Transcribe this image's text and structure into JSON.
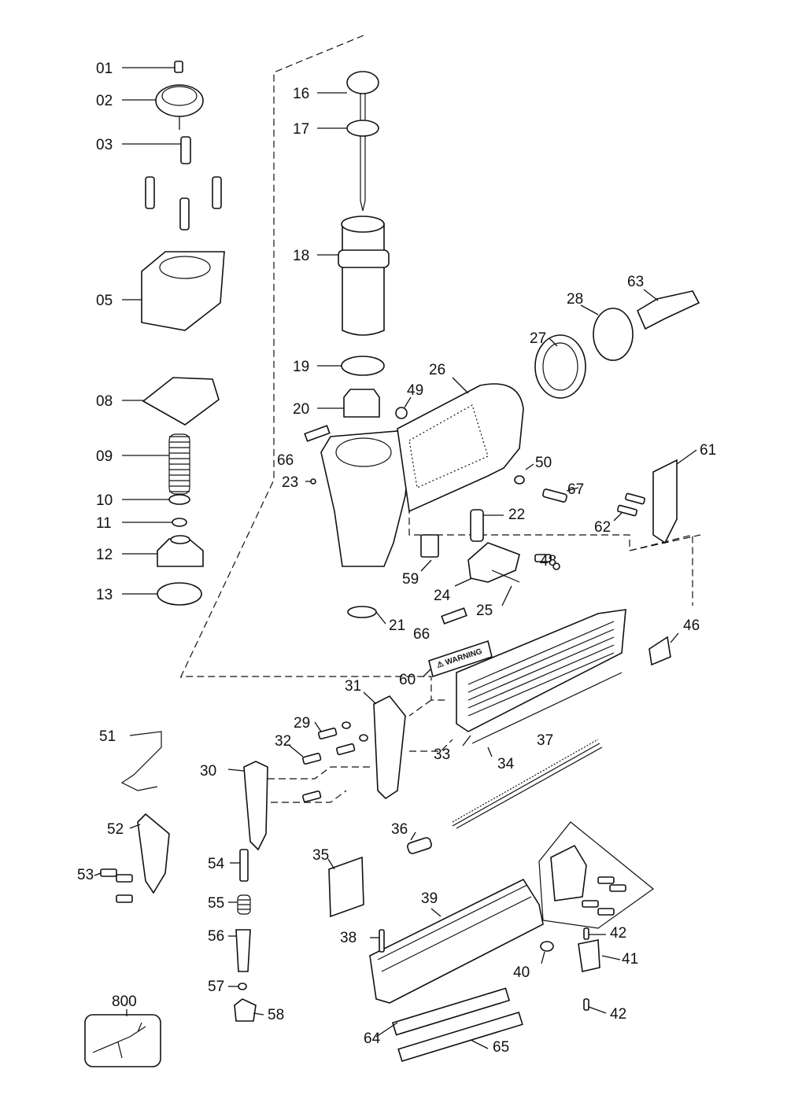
{
  "labels": {
    "p01": "01",
    "p02": "02",
    "p03": "03",
    "p05": "05",
    "p08": "08",
    "p09": "09",
    "p10": "10",
    "p11": "11",
    "p12": "12",
    "p13": "13",
    "p16": "16",
    "p17": "17",
    "p18": "18",
    "p19": "19",
    "p20": "20",
    "p21": "21",
    "p22": "22",
    "p23": "23",
    "p24": "24",
    "p25": "25",
    "p26": "26",
    "p27": "27",
    "p28": "28",
    "p29": "29",
    "p30": "30",
    "p31": "31",
    "p32": "32",
    "p33": "33",
    "p34": "34",
    "p35": "35",
    "p36": "36",
    "p37": "37",
    "p38": "38",
    "p39": "39",
    "p40": "40",
    "p41": "41",
    "p42a": "42",
    "p42b": "42",
    "p46": "46",
    "p48": "48",
    "p49": "49",
    "p50": "50",
    "p51": "51",
    "p52": "52",
    "p53": "53",
    "p54": "54",
    "p55": "55",
    "p56": "56",
    "p57": "57",
    "p58": "58",
    "p59": "59",
    "p60": "60",
    "p61": "61",
    "p62": "62",
    "p63": "63",
    "p64": "64",
    "p65": "65",
    "p66a": "66",
    "p66b": "66",
    "p67": "67",
    "p800": "800"
  },
  "warning_label": "⚠ WARNING"
}
